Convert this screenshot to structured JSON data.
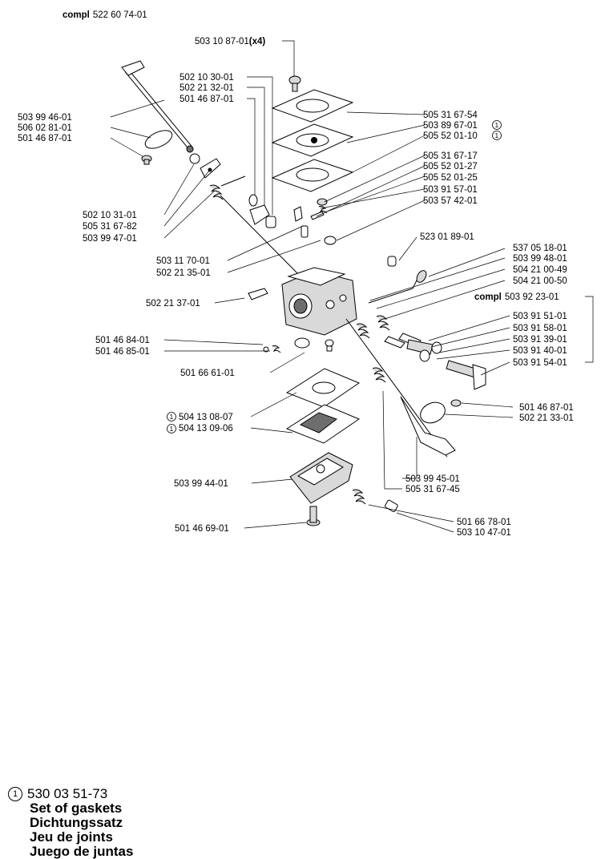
{
  "header": {
    "prefix": "compl",
    "number": "522 60 74-01"
  },
  "note_marker": "1",
  "labels": {
    "l1": "503 10 87-01",
    "l1x": "(x4)",
    "l2": "502 10 30-01",
    "l3": "502 21 32-01",
    "l4": "501 46 87-01",
    "l5": "503 99 46-01",
    "l6": "506 02 81-01",
    "l7": "501 46 87-01",
    "l8": "505 31 67-54",
    "l9": "503 89 67-01",
    "l10": "505 52 01-10",
    "l11": "505 31 67-17",
    "l12": "505 52 01-27",
    "l13": "505 52 01-25",
    "l14": "503 91 57-01",
    "l15": "503 57 42-01",
    "l16": "502 10 31-01",
    "l17": "505 31 67-82",
    "l18": "503 99 47-01",
    "l19": "523 01 89-01",
    "l20": "537 05 18-01",
    "l21": "503 99 48-01",
    "l22": "504 21 00-49",
    "l23": "504 21 00-50",
    "l24": "503 11 70-01",
    "l25": "502 21 35-01",
    "l26p": "compl",
    "l26": "503 92 23-01",
    "l27": "502 21 37-01",
    "l28": "503 91 51-01",
    "l29": "503 91 58-01",
    "l30": "503 91 39-01",
    "l31": "503 91 40-01",
    "l32": "503 91 54-01",
    "l33": "501 46 84-01",
    "l34": "501 46 85-01",
    "l35": "501 66 61-01",
    "l36": "501 46 87-01",
    "l37": "502 21 33-01",
    "l38": "504 13 08-07",
    "l39": "504 13 09-06",
    "l40": "503 99 45-01",
    "l41": "505 31 67-45",
    "l42": "503 99 44-01",
    "l43": "501 66 78-01",
    "l44": "501 46 69-01",
    "l45": "503 10 47-01"
  },
  "legend": {
    "marker": "1",
    "number": "530 03 51-73",
    "lines": [
      "Set of gaskets",
      "Dichtungssatz",
      "Jeu de joints",
      "Juego de juntas"
    ]
  }
}
